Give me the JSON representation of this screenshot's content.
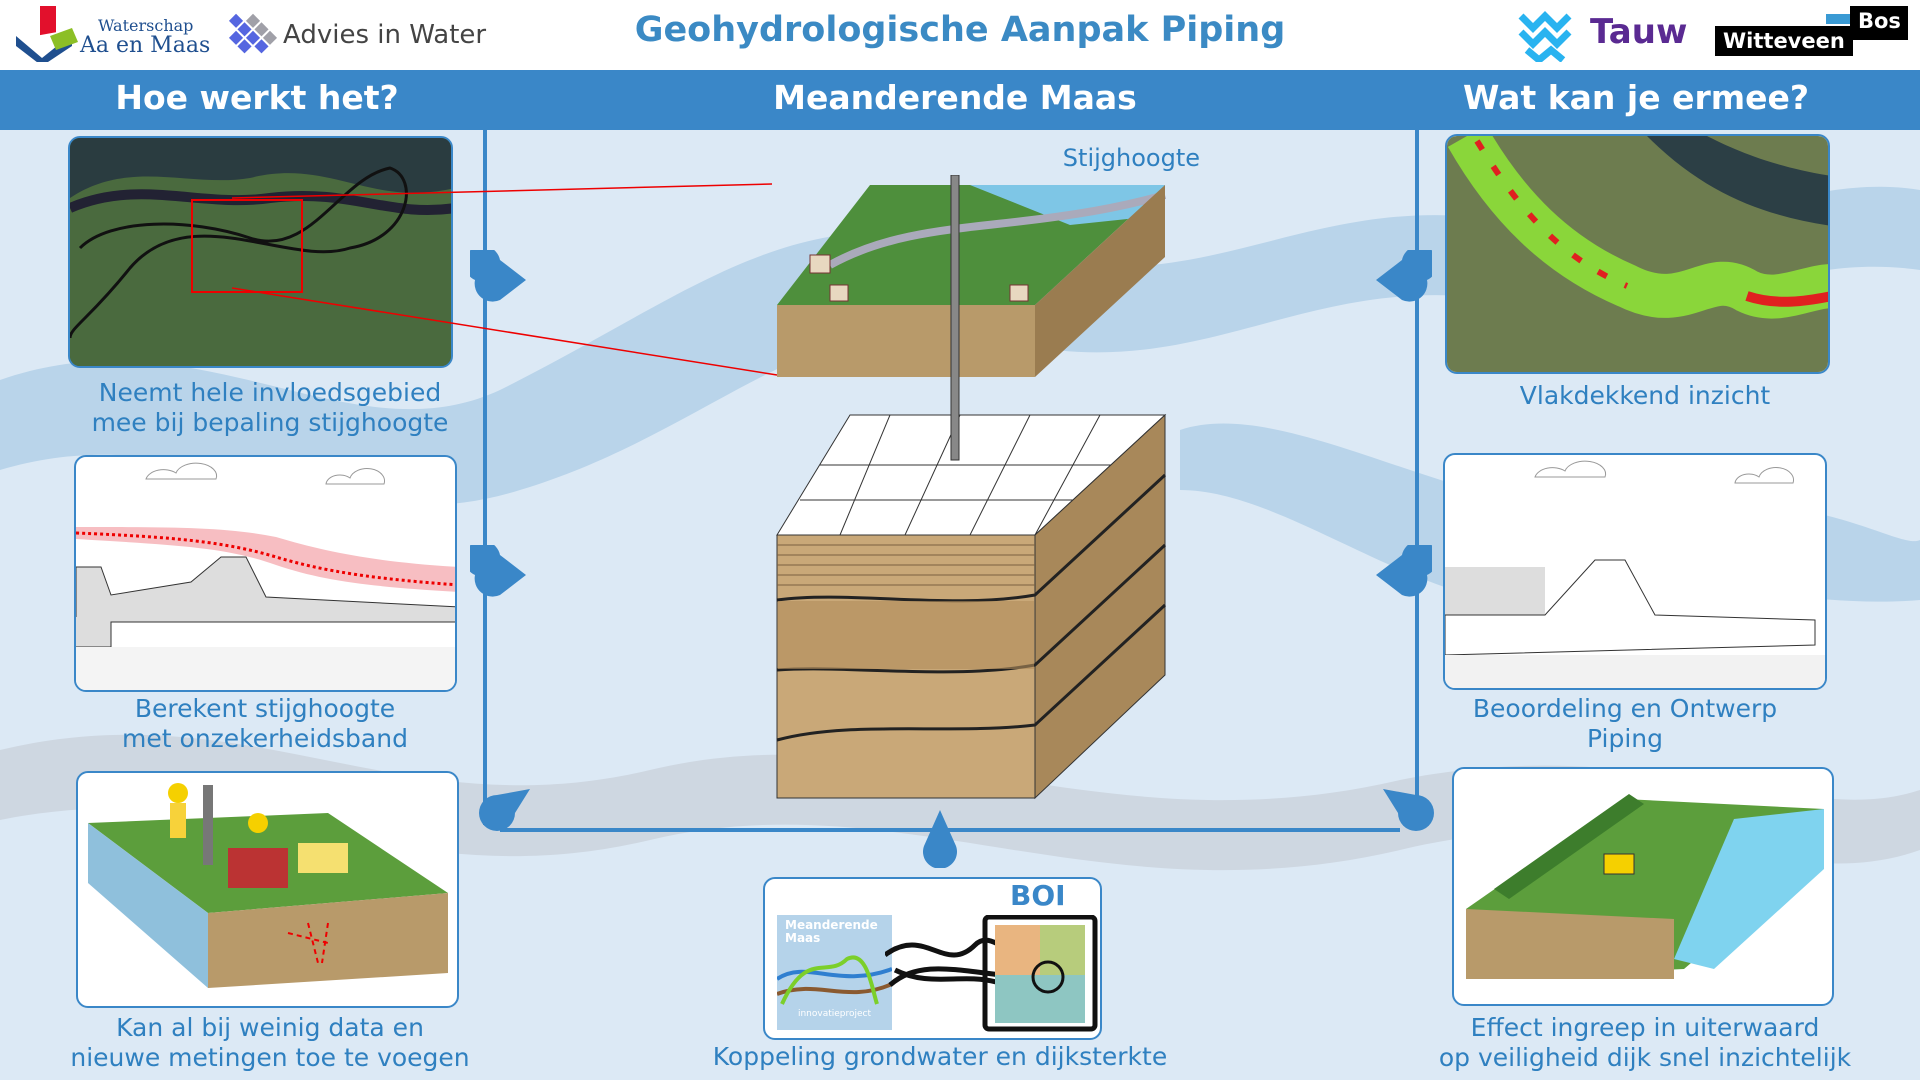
{
  "header": {
    "title": "Geohydrologische Aanpak Piping",
    "logos": {
      "waterschap_line1": "Waterschap",
      "waterschap_line2": "Aa en Maas",
      "advies": "Advies in Water",
      "tauw": "Tauw",
      "wb_left": "Witteveen",
      "wb_right": "Bos"
    }
  },
  "columns": {
    "left": "Hoe werkt het?",
    "center": "Meanderende Maas",
    "right": "Wat kan je ermee?"
  },
  "left": [
    {
      "caption1": "Neemt hele invloedsgebied",
      "caption2": "mee bij bepaling stijghoogte"
    },
    {
      "caption1": "Berekent stijghoogte",
      "caption2": "met onzekerheidsband"
    },
    {
      "caption1": "Kan al bij weinig data en",
      "caption2": "nieuwe metingen toe te voegen"
    }
  ],
  "center": {
    "label": "Stijghoogte",
    "boi_title": "BOI",
    "boi_logo_line1": "Meanderende",
    "boi_logo_line2": "Maas",
    "boi_logo_sub": "innovatieproject",
    "caption": "Koppeling grondwater en dijksterkte"
  },
  "right": [
    {
      "caption1": "Vlakdekkend inzicht",
      "caption2": ""
    },
    {
      "caption1": "Beoordeling en Ontwerp",
      "caption2": "Piping"
    },
    {
      "caption1": "Effect ingreep in uiterwaard",
      "caption2": "op veiligheid dijk snel inzichtelijk"
    }
  ],
  "colors": {
    "accent": "#3a87c8",
    "title": "#3b8ac4",
    "background": "#dce9f5"
  }
}
